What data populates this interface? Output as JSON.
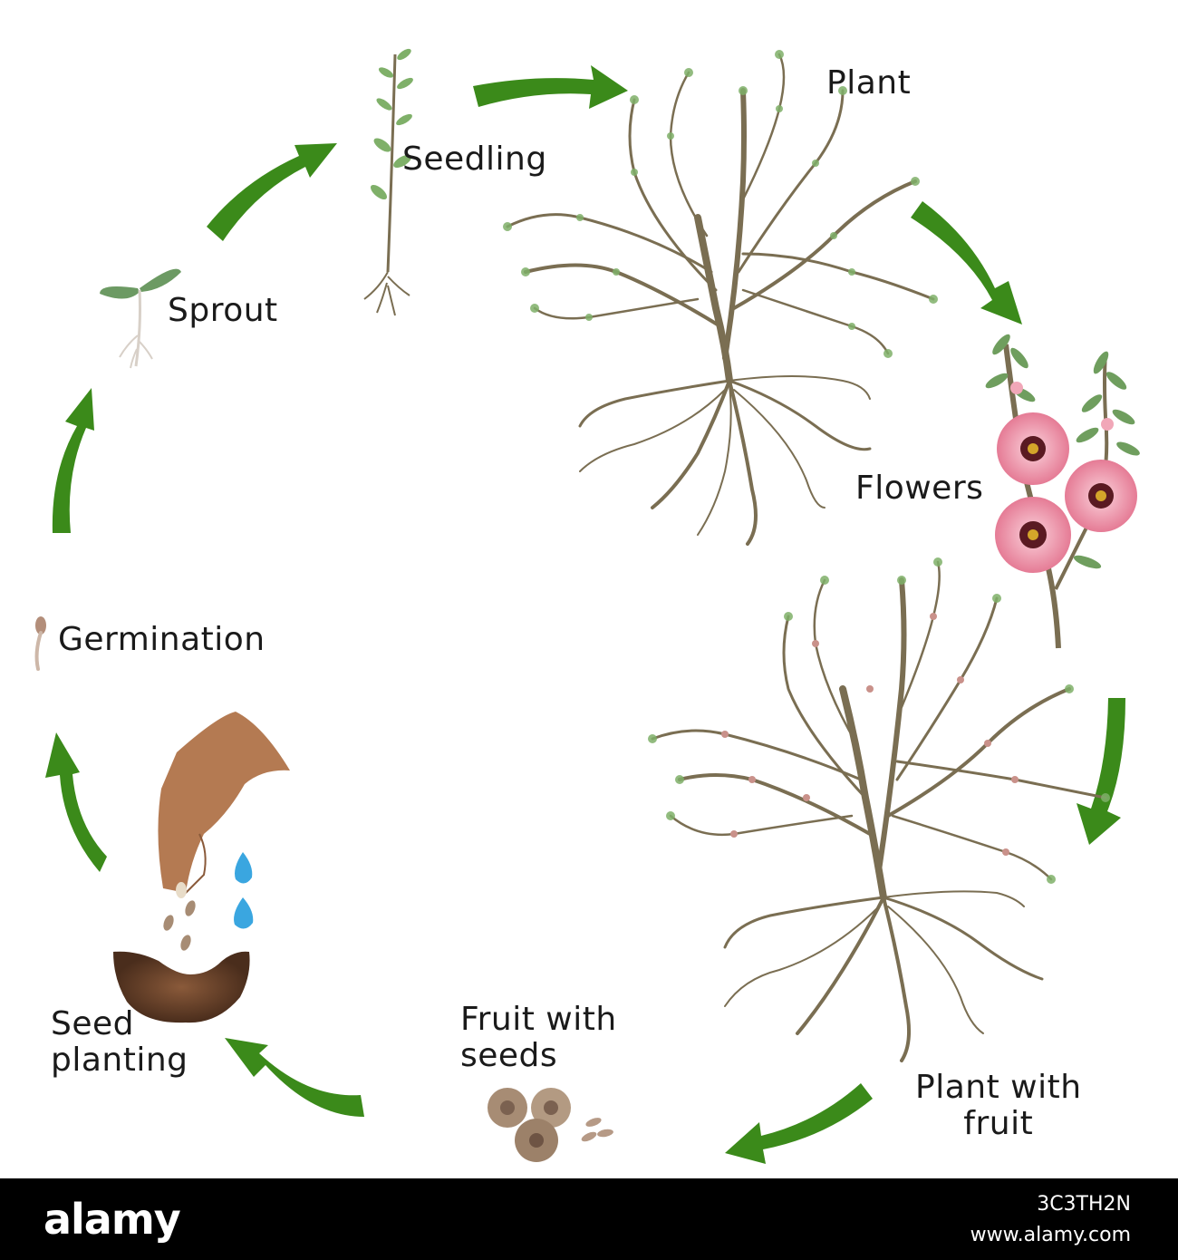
{
  "diagram": {
    "stages": [
      {
        "id": "seed-planting",
        "label": "Seed\nplanting"
      },
      {
        "id": "germination",
        "label": "Germination"
      },
      {
        "id": "sprout",
        "label": "Sprout"
      },
      {
        "id": "seedling",
        "label": "Seedling"
      },
      {
        "id": "plant",
        "label": "Plant"
      },
      {
        "id": "flowers",
        "label": "Flowers"
      },
      {
        "id": "plant-with-fruit",
        "label": "Plant with\nfruit"
      },
      {
        "id": "fruit-with-seeds",
        "label": "Fruit with\nseeds"
      }
    ],
    "colors": {
      "arrow": "#3b8a1a",
      "stem": "#7a6e52",
      "leaf": "#7fb069",
      "petal": "#e57b95",
      "flower_center": "#5a1a22",
      "soil": "#6b4530",
      "hand": "#b47a52",
      "water": "#3aa6e0",
      "seed": "#a78c74"
    }
  },
  "footer": {
    "logo": "alamy",
    "image_id": "3C3TH2N",
    "site": "www.alamy.com"
  }
}
